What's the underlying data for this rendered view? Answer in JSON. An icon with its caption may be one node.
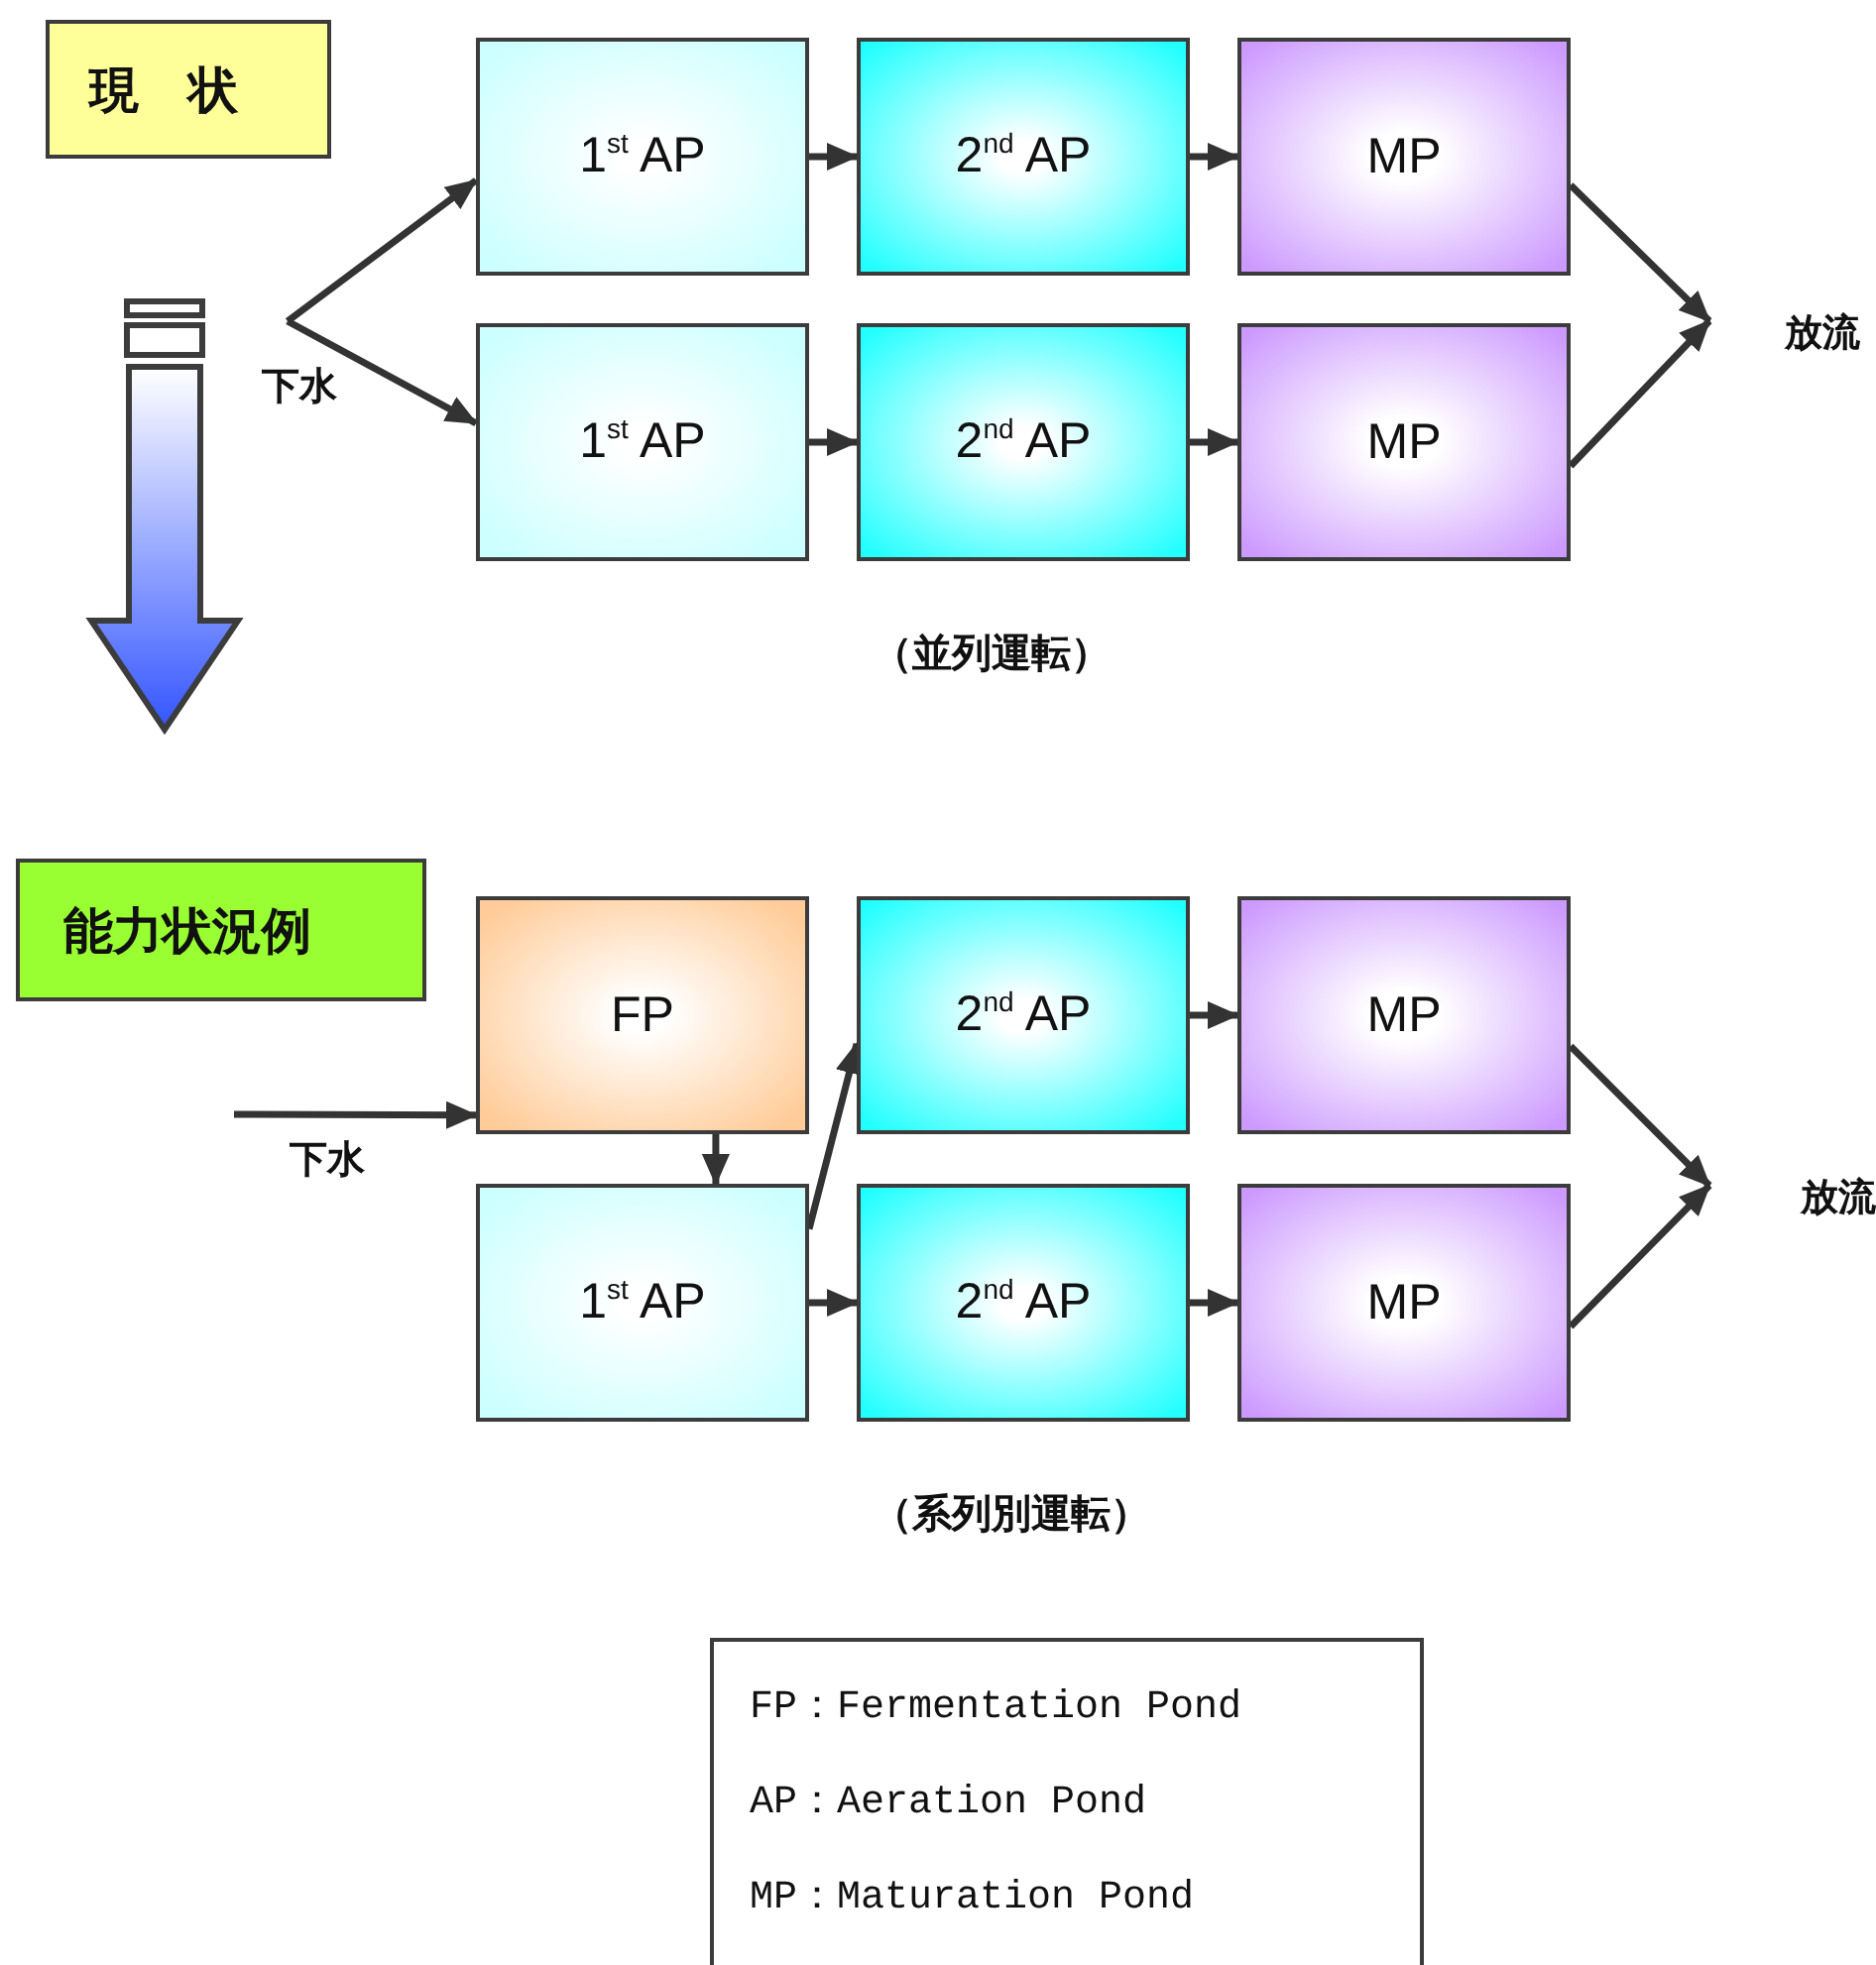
{
  "diagram": {
    "nodes": [
      {
        "text": [
          "現　状"
        ]
      },
      {
        "text": [
          "下水"
        ]
      },
      {
        "text": [
          "1$^{st}$ AP"
        ]
      },
      {
        "text": [
          "2$^{nd}$ AP"
        ]
      },
      {
        "text": [
          "MP"
        ]
      },
      {
        "text": [
          "1$^{st}$ AP"
        ]
      },
      {
        "text": [
          "2$^{nd}$ AP"
        ]
      },
      {
        "text": [
          "MP"
        ]
      },
      {
        "text": [
          "放流"
        ]
      },
      {
        "text": [
          "能力状況例"
        ]
      },
      {
        "text": [
          "FP"
        ]
      },
      {
        "text": [
          "2$^{nd}$ AP"
        ]
      },
      {
        "text": [
          "MP"
        ]
      },
      {
        "text": [
          "1$^{st}$ AP"
        ]
      },
      {
        "text": [
          "2$^{nd}$ AP"
        ]
      },
      {
        "text": [
          "MP"
        ]
      },
      {
        "text": [
          "放流"
        ]
      }
    ],
    "edges": [
      {
        "from": 1,
        "to": 2,
        "arrow": "to"
      },
      {
        "from": 1,
        "to": 5,
        "arrow": "to"
      },
      {
        "from": 2,
        "to": 3,
        "arrow": "to"
      },
      {
        "from": 3,
        "to": 4,
        "arrow": "to"
      },
      {
        "from": 5,
        "to": 6,
        "arrow": "to"
      },
      {
        "from": 6,
        "to": 7,
        "arrow": "to"
      },
      {
        "from": 4,
        "to": 8,
        "arrow": "to"
      },
      {
        "from": 7,
        "to": 8,
        "arrow": "to"
      },
      {
        "from": null,
        "to": 10,
        "arrow": "to",
        "label": "下水"
      },
      {
        "from": 10,
        "to": 13,
        "arrow": "to"
      },
      {
        "from": 13,
        "to": 11,
        "arrow": "to"
      },
      {
        "from": 13,
        "to": 14,
        "arrow": "to"
      },
      {
        "from": 11,
        "to": 12,
        "arrow": "to"
      },
      {
        "from": 14,
        "to": 15,
        "arrow": "to"
      },
      {
        "from": 12,
        "to": 16,
        "arrow": "to"
      },
      {
        "from": 15,
        "to": 16,
        "arrow": "to"
      }
    ],
    "labels": [
      "（並列運転）",
      "（系列別運転）",
      "FP：Fermentation Pond",
      "AP：Aeration Pond",
      "MP：Maturation Pond"
    ]
  }
}
